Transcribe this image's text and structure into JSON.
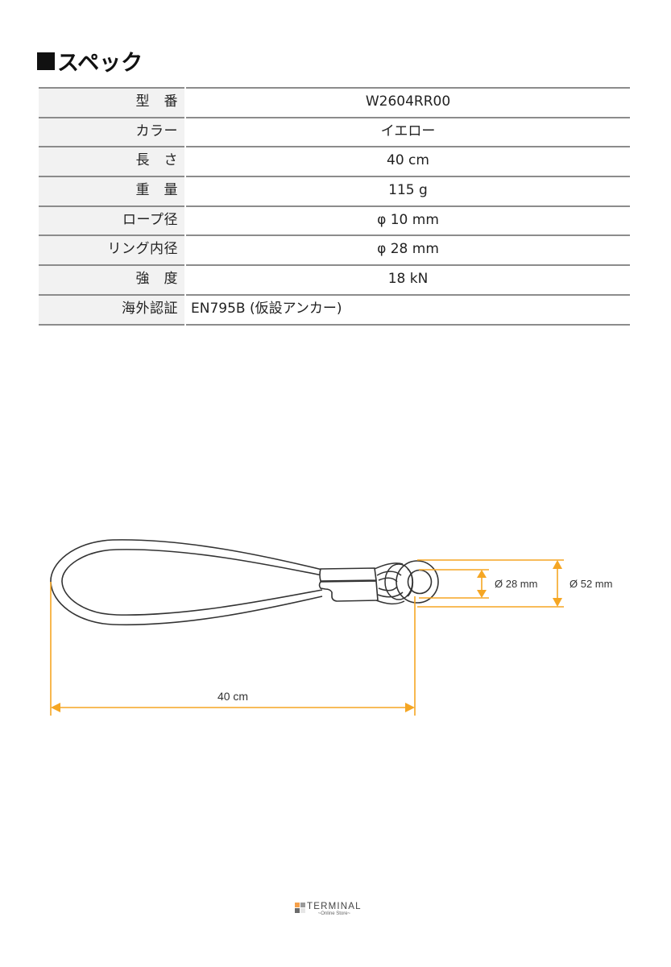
{
  "page": {
    "title": "スペック"
  },
  "spec_table": {
    "rows": [
      {
        "label": "型　番",
        "value": "W2604RR00",
        "align": "center"
      },
      {
        "label": "カラー",
        "value": "イエロー",
        "align": "center"
      },
      {
        "label": "長　さ",
        "value": "40 cm",
        "align": "center"
      },
      {
        "label": "重　量",
        "value": "115 g",
        "align": "center"
      },
      {
        "label": "ロープ径",
        "value": "φ 10 mm",
        "align": "center"
      },
      {
        "label": "リング内径",
        "value": "φ 28 mm",
        "align": "center"
      },
      {
        "label": "強　度",
        "value": "18 kN",
        "align": "center"
      },
      {
        "label": "海外認証",
        "value": "EN795B (仮設アンカー)",
        "align": "left"
      }
    ]
  },
  "diagram": {
    "length_label": "40 cm",
    "inner_diameter_label": "Ø 28 mm",
    "outer_diameter_label": "Ø 52 mm",
    "dimension_color": "#f5a623",
    "outline_color": "#333333"
  },
  "footer": {
    "brand": "TERMINAL",
    "sub": "~Online Store~",
    "logo_colors": [
      "#f5a04a",
      "#9a9a9a",
      "#6b6b6b",
      "#e6e6e6"
    ]
  }
}
